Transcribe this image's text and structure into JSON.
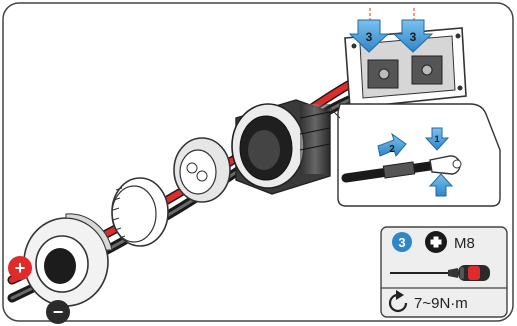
{
  "colors": {
    "accent_blue": "#2f86c8",
    "positive_red": "#e02b2b",
    "negative_dark": "#2b2b2b",
    "outline": "#333333",
    "panel_fill": "#eeeeee"
  },
  "steps": {
    "arrow_top_left": "3",
    "arrow_top_right": "3",
    "inset_step_1": "1",
    "inset_step_2": "2"
  },
  "polarity": {
    "positive_symbol": "+",
    "negative_symbol": "−"
  },
  "spec_panel": {
    "step_number": "3",
    "screwdriver_type": "cross-head",
    "size_label": "M8",
    "torque_label": "7~9N·m"
  },
  "icons": {
    "plus_circle": "cross-screwdriver-icon",
    "torque": "rotate-clockwise-icon",
    "tool": "screwdriver-icon"
  }
}
